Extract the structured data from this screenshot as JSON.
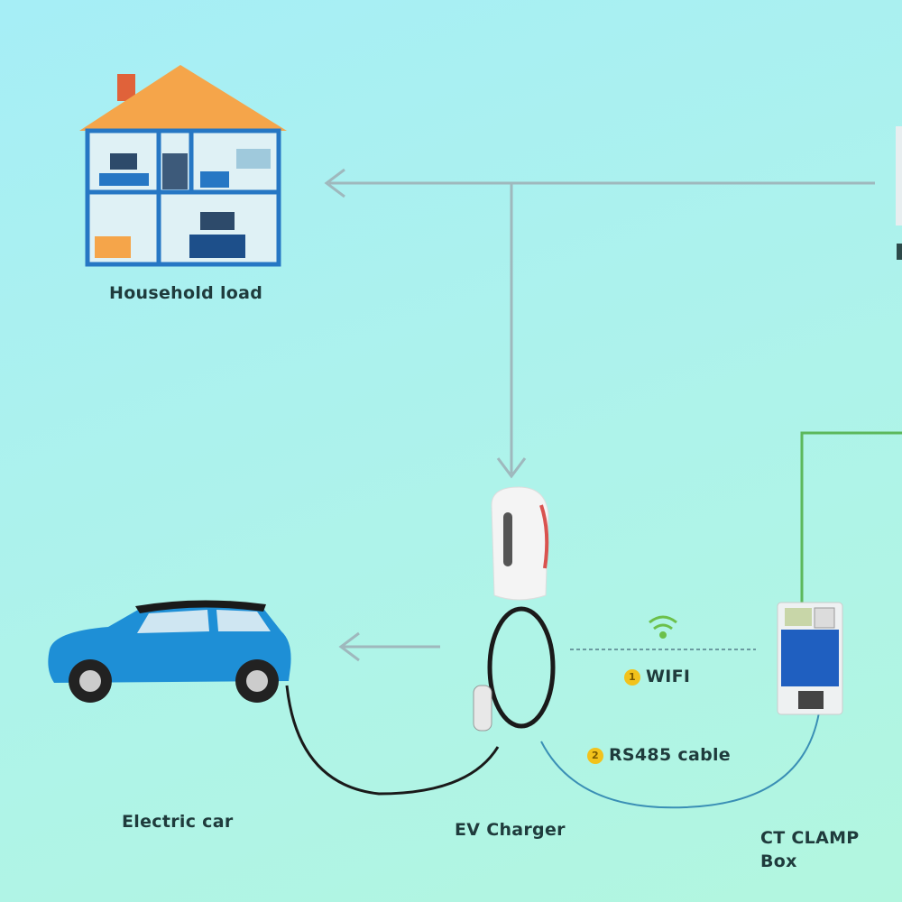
{
  "nodes": {
    "household": {
      "label": "Household load"
    },
    "car": {
      "label": "Electric car"
    },
    "charger": {
      "label": "EV Charger"
    },
    "ct_clamp": {
      "label_line1": "CT CLAMP",
      "label_line2": "Box"
    }
  },
  "connections": {
    "wifi": {
      "number": "1",
      "label": "WIFI"
    },
    "rs485": {
      "number": "2",
      "label": "RS485 cable"
    }
  },
  "colors": {
    "arrow": "#9fb8bd",
    "wire_green": "#5cb85c",
    "rs485_cable": "#3a8fb5",
    "car_blue": "#1e8fd6",
    "roof": "#f5a54a",
    "badge": "#f2c21b"
  }
}
